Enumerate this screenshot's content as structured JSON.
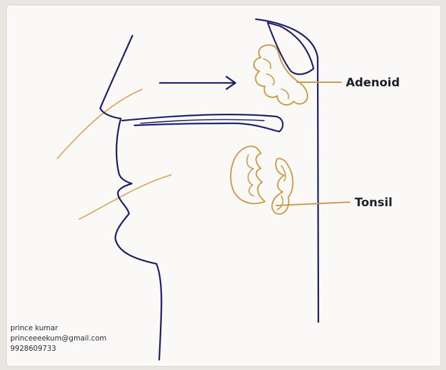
{
  "labels": {
    "adenoid": "Adenoid",
    "tonsil": "Tonsil"
  },
  "credits": {
    "name": "prince kumar",
    "email": "princeeeekum@gmail.com",
    "phone": "9928609733"
  },
  "colors": {
    "outline": "#1e2167",
    "structure": "#c99a43",
    "guide": "#d4a24a",
    "background": "#faf9f7"
  }
}
